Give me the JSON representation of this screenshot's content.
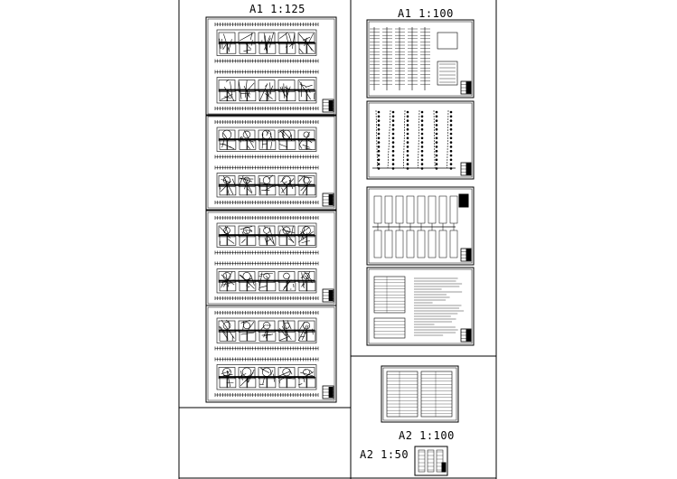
{
  "layout_sheet": {
    "groups": [
      {
        "id": "left",
        "scale_label": "A1  1:125",
        "sheet_count": 4,
        "plan_count": 8
      },
      {
        "id": "right",
        "scale_label": "A1  1:100",
        "sheet_count": 4
      },
      {
        "id": "small-a2",
        "scale_label": "A2  1:100",
        "sheet_count": 1
      },
      {
        "id": "tiny-a2",
        "scale_label": "A2  1:50",
        "sheet_count": 1
      }
    ]
  },
  "colors": {
    "line": "#000000",
    "background": "#ffffff"
  }
}
